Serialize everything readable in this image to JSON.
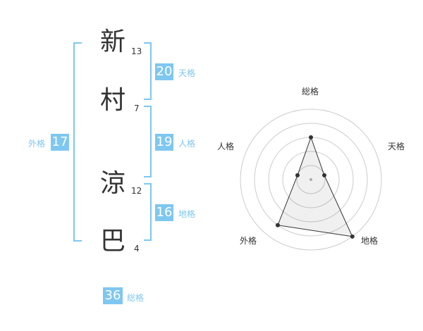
{
  "name": {
    "chars": [
      {
        "char": "新",
        "strokes": "13"
      },
      {
        "char": "村",
        "strokes": "7"
      },
      {
        "char": "涼",
        "strokes": "12"
      },
      {
        "char": "巴",
        "strokes": "4"
      }
    ]
  },
  "kakusu": {
    "tenkaku": {
      "value": "20",
      "label": "天格"
    },
    "jinkaku": {
      "value": "19",
      "label": "人格"
    },
    "chikaku": {
      "value": "16",
      "label": "地格"
    },
    "gaikaku": {
      "value": "17",
      "label": "外格"
    },
    "soukaku": {
      "value": "36",
      "label": "総格"
    }
  },
  "colors": {
    "accent": "#7ec7f0",
    "text": "#333333"
  },
  "chart_data": {
    "type": "radar",
    "axes": [
      "総格",
      "天格",
      "地格",
      "外格",
      "人格"
    ],
    "values": [
      3,
      1,
      5,
      4,
      1
    ],
    "rmax": 5,
    "rings": 5
  }
}
